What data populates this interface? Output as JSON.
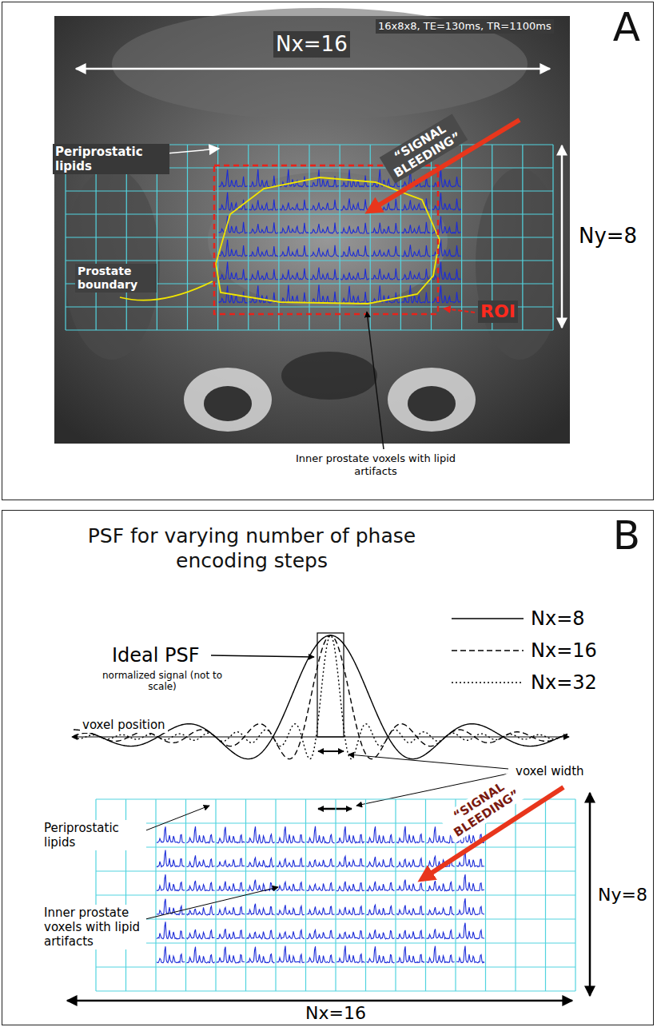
{
  "diagram": {
    "nodes": [
      {
        "text": [
          "A"
        ]
      },
      {
        "text": [
          "PSF for varying number of phase encoding steps",
          "B"
        ]
      }
    ],
    "labels": [
      "16x8x8, TE=130ms, TR=1100ms",
      "Nx=16",
      "Ny=8",
      "Periprostatic lipids",
      "Prostate boundary",
      "“SIGNAL BLEEDING”",
      "ROI",
      "Inner prostate voxels with lipid artifacts",
      "Ideal PSF",
      "normalized signal (not to scale)",
      "voxel position",
      "voxel width",
      "Periprostatic lipids",
      "“SIGNAL BLEEDING”",
      "Inner prostate voxels with lipid artifacts",
      "Ny=8",
      "Nx=16"
    ],
    "legend": [
      {
        "text": "Nx=8"
      },
      {
        "text": "Nx=16"
      },
      {
        "text": "Nx=32"
      }
    ]
  }
}
